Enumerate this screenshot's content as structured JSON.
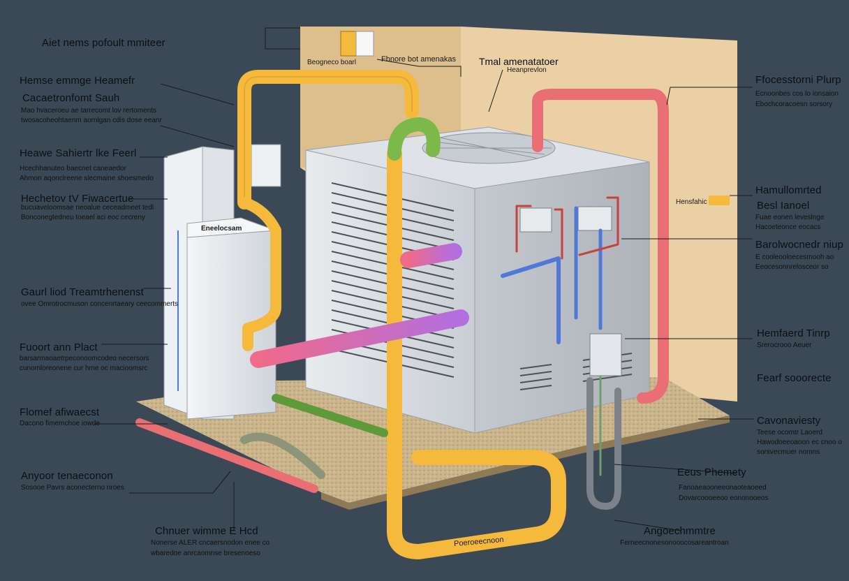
{
  "colors": {
    "background": "#3b4855",
    "wall": "#ead0a4",
    "pipe_yellow": "#f5b93c",
    "pipe_red": "#ea6f74",
    "pipe_blue": "#4f78d8",
    "pipe_green": "#7cb84a",
    "pipe_pink": "#f06aa8",
    "unit_body": "#d9dde2",
    "ground": "#c9b48c",
    "leader_line": "#1a1a1a"
  },
  "title_label": "Aiet nems pofoult mmiteer",
  "left_labels": [
    {
      "title": "Hemse emmge Heamefr",
      "lines": []
    },
    {
      "title": "Cacaetronfomt Sauh",
      "lines": [
        "Mao hvaceroeu ae tarrecomt lov rertoments",
        "twosacoheohtaenm aornlgan cdis dose eeanr"
      ]
    },
    {
      "title": "Heawe Sahiertr lke Feerl",
      "lines": [
        "Hcechhanuteo baecnet caneaedor",
        "Ahmon aqonclreene slecmaine shoesmedo"
      ]
    },
    {
      "title": "Hechetov tV Fiwacertue",
      "lines": [
        "bucuaveloomsae neoalue ceceadmeet tedl",
        "Bonconegtedneu toeael aci eoc cecreny"
      ]
    },
    {
      "title": "Gaurl liod Treamtrhenenst",
      "lines": [
        "ovee Omrotrocmuson concenrtaeary ceecommerts"
      ]
    },
    {
      "title": "Fuoort ann Plact",
      "lines": [
        "barsarmaoaetrpeconoomcodeo necersors",
        "cunomloreonene cur hme oc macioomsrc"
      ]
    },
    {
      "title": "Flomef afiwaecst",
      "lines": [
        "Dacono fimemchoe iowde"
      ]
    },
    {
      "title": "Anyoor tenaeconon",
      "lines": [
        "Sosooe Pavrs aconecterno nroes"
      ]
    }
  ],
  "right_labels": [
    {
      "title": "Ffocesstorni Plurp",
      "lines": [
        "Ecnoonbes cos lo ionsaion",
        "Ebochcoracoesn sorsory"
      ]
    },
    {
      "title": "Hamullomrted",
      "lines": []
    },
    {
      "title": "Besl Ianoel",
      "lines": [
        "Fuae eonen leveslnge",
        "Hacoeteonce eocacs"
      ]
    },
    {
      "title": "Barolwocnedr niup",
      "lines": [
        "E cooleooloecesmooh ao",
        "Eeocesonnrelosceor so"
      ]
    },
    {
      "title": "Hemfaerd Tinrp",
      "lines": [
        "Srerocrooo Aeuer"
      ]
    },
    {
      "title": "Fearf sooorecte",
      "lines": []
    },
    {
      "title": "Cavonaviesty",
      "lines": [
        "Teese ocomtr Laoerd",
        "Hawodoeeoaoon ec cnoo o",
        "sorsvecmuer nomns"
      ]
    }
  ],
  "bottom_labels": [
    {
      "title": "Chnuer wimme E Hcd",
      "lines": [
        "Nonerse ALER cncaersnodon enee co",
        "wbaredoe anrcaomnse bresenoeso"
      ]
    },
    {
      "title": "Eeus Phemety",
      "lines": [
        "Fanoaeaooneeonaoteaoeed",
        "Dovarcoooeeoo eononooeos"
      ]
    },
    {
      "title": "Angoechmmtre",
      "lines": [
        "Ferneecnonesonooocosareantroan"
      ]
    }
  ],
  "top_labels": {
    "wall_box_tag": "Beogneco boarl",
    "center_left": "Fbnore bot amenakas",
    "center_title": "Tmal amenatatoer",
    "center_sub": "Heanprevlon"
  },
  "component_tags": {
    "tank_label": "Eneelocsam",
    "valve_tag": "Hensfahic",
    "pipe_tag": "Poeroeecnoon"
  }
}
